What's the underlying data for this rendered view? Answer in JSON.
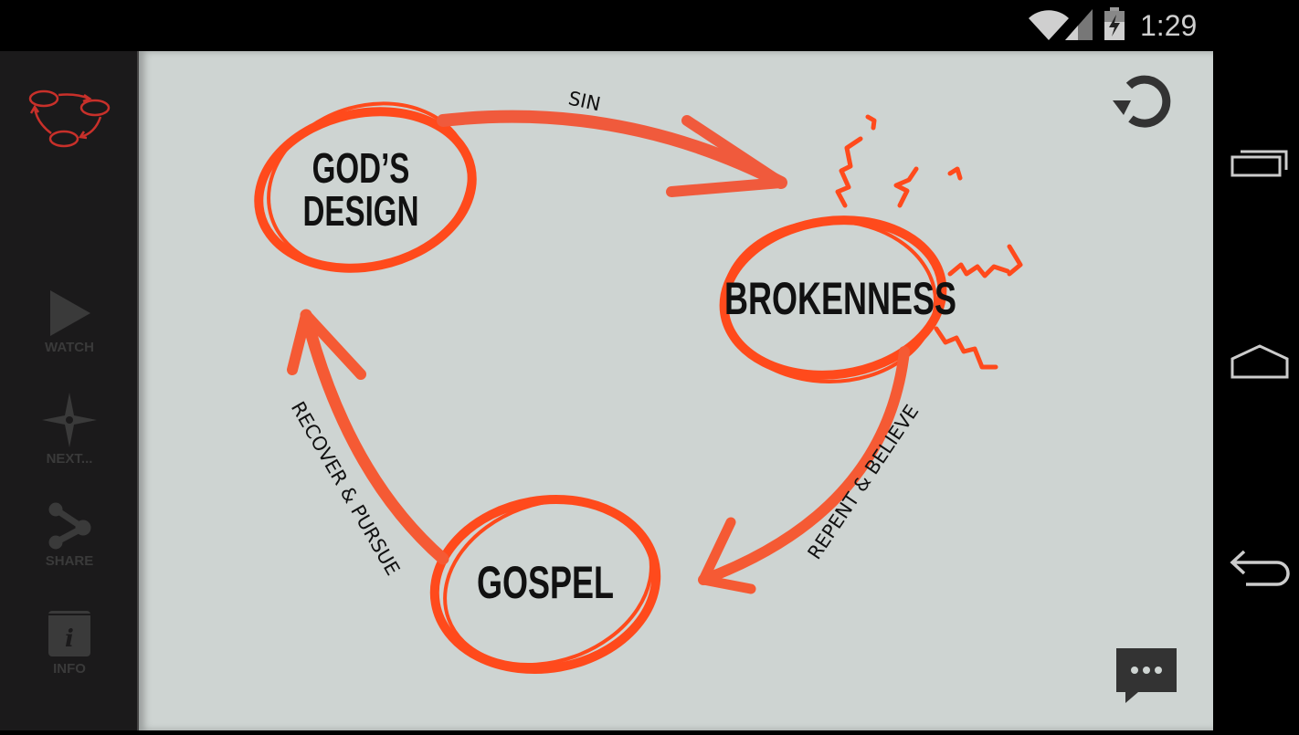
{
  "status_bar": {
    "time": "1:29",
    "icons": [
      "wifi-icon",
      "signal-icon",
      "battery-charging-icon"
    ]
  },
  "sidebar": {
    "items": [
      {
        "label": "WATCH",
        "icon": "play-icon"
      },
      {
        "label": "NEXT...",
        "icon": "compass-icon"
      },
      {
        "label": "SHARE",
        "icon": "share-icon"
      },
      {
        "label": "INFO",
        "icon": "info-icon"
      }
    ]
  },
  "diagram": {
    "nodes": {
      "gods_design_line1": "GOD’S",
      "gods_design_line2": "DESIGN",
      "brokenness": "BROKENNESS",
      "gospel": "GOSPEL"
    },
    "edges": {
      "sin": "SIN",
      "repent": "REPENT & BELIEVE",
      "recover": "RECOVER & PURSUE"
    },
    "accent": "#ff4a1c"
  }
}
